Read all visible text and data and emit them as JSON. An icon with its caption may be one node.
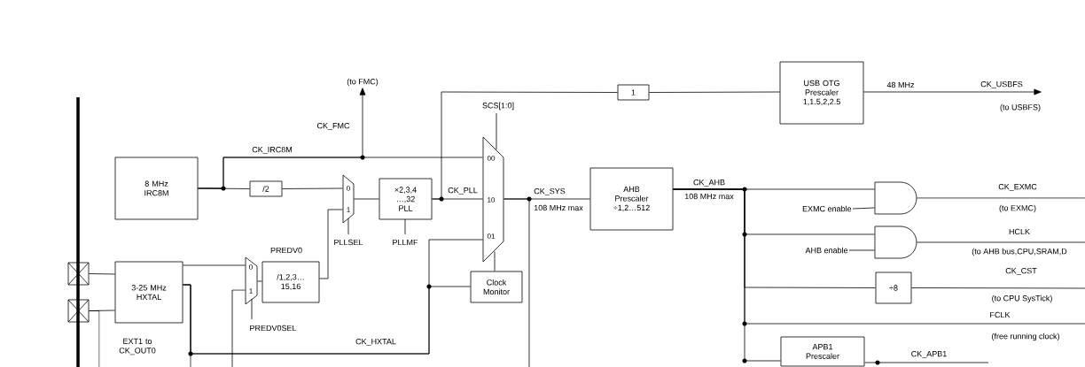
{
  "diagram": {
    "nodes": [
      {
        "text": [
          "8 MHz IRC8M"
        ]
      },
      {
        "text": [
          "/2"
        ]
      },
      {
        "text": [
          "0",
          "1"
        ],
        "beside": [
          "PLLSEL"
        ]
      },
      {
        "text": [
          "×2,3,4 …,32 PLL"
        ],
        "beside": [
          "PLLMF"
        ]
      },
      {
        "text": [
          "3-25 MHz HXTAL"
        ]
      },
      {
        "text": [
          "0",
          "1"
        ],
        "beside": [
          "PREDV0SEL"
        ]
      },
      {
        "text": [
          "/1,2,3… 15,16"
        ],
        "beside": [
          "PREDV0"
        ]
      },
      {
        "text": [
          "00",
          "10",
          "01"
        ],
        "beside": [
          "SCS[1:0]"
        ]
      },
      {
        "text": [
          "Clock Monitor"
        ]
      },
      {
        "text": [
          "AHB Prescaler ÷1,2…512"
        ]
      },
      {
        "text": [
          "1"
        ]
      },
      {
        "text": [
          "USB OTG Prescaler 1,1.5,2,2.5"
        ]
      },
      {
        "text": [],
        "shape": "gate"
      },
      {
        "text": [
          "EXMC enable"
        ]
      },
      {
        "text": [],
        "shape": "gate"
      },
      {
        "text": [
          "AHB enable"
        ]
      },
      {
        "text": [
          "÷8"
        ]
      },
      {
        "text": [
          "APB1 Prescaler"
        ]
      },
      {
        "text": [],
        "shape": "box"
      },
      {
        "text": [],
        "shape": "box"
      },
      {
        "text": [
          "(to FMC)"
        ]
      },
      {
        "text": [
          "(to USBFS)"
        ]
      }
    ],
    "edges": [
      {
        "from": 0,
        "to": 7,
        "arrow": "none",
        "label": "CK_IRC8M"
      },
      {
        "from": 0,
        "to": 1,
        "arrow": "none"
      },
      {
        "from": 1,
        "to": 2,
        "arrow": "none"
      },
      {
        "from": 2,
        "to": 3,
        "arrow": "none"
      },
      {
        "from": 3,
        "to": 7,
        "arrow": "none",
        "label": "CK_PLL"
      },
      {
        "from": 3,
        "to": 10,
        "arrow": "none"
      },
      {
        "from": 10,
        "to": 11,
        "arrow": "none"
      },
      {
        "from": 11,
        "to": 21,
        "arrow": "to",
        "label": "CK_USBFS"
      },
      {
        "from": 0,
        "to": 20,
        "arrow": "to",
        "label": "CK_FMC"
      },
      {
        "from": 18,
        "to": 4,
        "arrow": "none"
      },
      {
        "from": 19,
        "to": 4,
        "arrow": "none"
      },
      {
        "from": 19,
        "to": null,
        "arrow": "none"
      },
      {
        "from": null,
        "to": 5,
        "arrow": "none"
      },
      {
        "from": 4,
        "to": 5,
        "arrow": "none"
      },
      {
        "from": 5,
        "to": 6,
        "arrow": "none"
      },
      {
        "from": 6,
        "to": 2,
        "arrow": "none"
      },
      {
        "from": 4,
        "to": 7,
        "arrow": "none",
        "label": "CK_HXTAL"
      },
      {
        "from": 4,
        "to": 8,
        "arrow": "none"
      },
      {
        "from": 4,
        "to": null,
        "arrow": "none"
      },
      {
        "from": 7,
        "to": 8,
        "arrow": "none"
      },
      {
        "from": 7,
        "to": 9,
        "arrow": "none",
        "label": "CK_SYS"
      },
      {
        "from": 7,
        "to": null,
        "arrow": "none"
      },
      {
        "from": 9,
        "to": 12,
        "arrow": "none",
        "label": "CK_AHB"
      },
      {
        "from": 9,
        "to": 14,
        "arrow": "none"
      },
      {
        "from": 9,
        "to": 16,
        "arrow": "none"
      },
      {
        "from": 9,
        "to": null,
        "arrow": "none",
        "label": "FCLK"
      },
      {
        "from": 9,
        "to": 17,
        "arrow": "none"
      },
      {
        "from": 13,
        "to": 12,
        "arrow": "none"
      },
      {
        "from": 15,
        "to": 14,
        "arrow": "none"
      },
      {
        "from": 12,
        "to": null,
        "arrow": "none",
        "label": "CK_EXMC"
      },
      {
        "from": 14,
        "to": null,
        "arrow": "none",
        "label": "HCLK"
      },
      {
        "from": 16,
        "to": null,
        "arrow": "none",
        "label": "CK_CST"
      },
      {
        "from": 17,
        "to": null,
        "arrow": "none",
        "label": "CK_APB1"
      }
    ],
    "labels": [
      "108 MHz max",
      "108 MHz max",
      "48 MHz",
      "(to EXMC)",
      "(to AHB bus,CPU,SRAM,D",
      "(to CPU SysTick)",
      "(free running clock)",
      "EXT1 to CK_OUT0"
    ]
  }
}
